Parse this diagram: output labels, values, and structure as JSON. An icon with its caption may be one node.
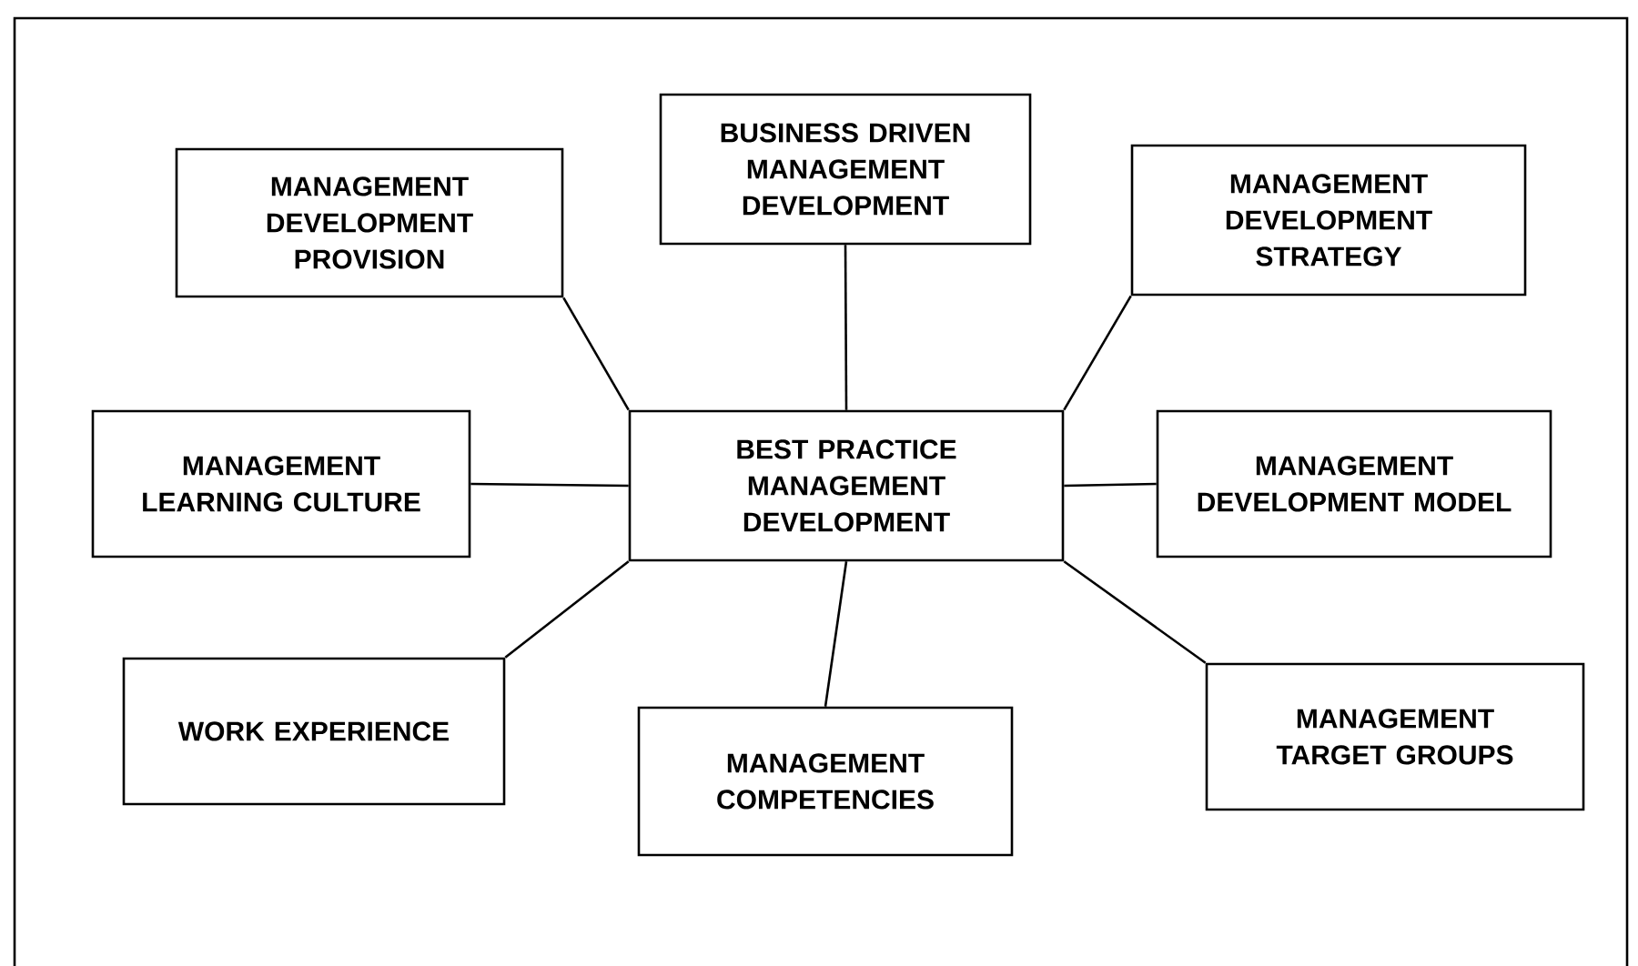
{
  "diagram": {
    "nodes": [
      {
        "text": [
          "MANAGEMENT DEVELOPMENT PROVISION"
        ]
      },
      {
        "text": [
          "BUSINESS DRIVEN MANAGEMENT DEVELOPMENT"
        ]
      },
      {
        "text": [
          "MANAGEMENT DEVELOPMENT STRATEGY"
        ]
      },
      {
        "text": [
          "MANAGEMENT LEARNING CULTURE"
        ]
      },
      {
        "text": [
          "BEST PRACTICE MANAGEMENT DEVELOPMENT"
        ]
      },
      {
        "text": [
          "MANAGEMENT DEVELOPMENT MODEL"
        ]
      },
      {
        "text": [
          "WORK EXPERIENCE"
        ]
      },
      {
        "text": [
          "MANAGEMENT COMPETENCIES"
        ]
      },
      {
        "text": [
          "MANAGEMENT TARGET GROUPS"
        ]
      }
    ],
    "edges": [
      {
        "from": 4,
        "to": 0,
        "arrow": "none"
      },
      {
        "from": 4,
        "to": 1,
        "arrow": "none"
      },
      {
        "from": 4,
        "to": 2,
        "arrow": "none"
      },
      {
        "from": 4,
        "to": 3,
        "arrow": "none"
      },
      {
        "from": 4,
        "to": 5,
        "arrow": "none"
      },
      {
        "from": 4,
        "to": 6,
        "arrow": "none"
      },
      {
        "from": 4,
        "to": 7,
        "arrow": "none"
      },
      {
        "from": 4,
        "to": 8,
        "arrow": "none"
      }
    ]
  }
}
